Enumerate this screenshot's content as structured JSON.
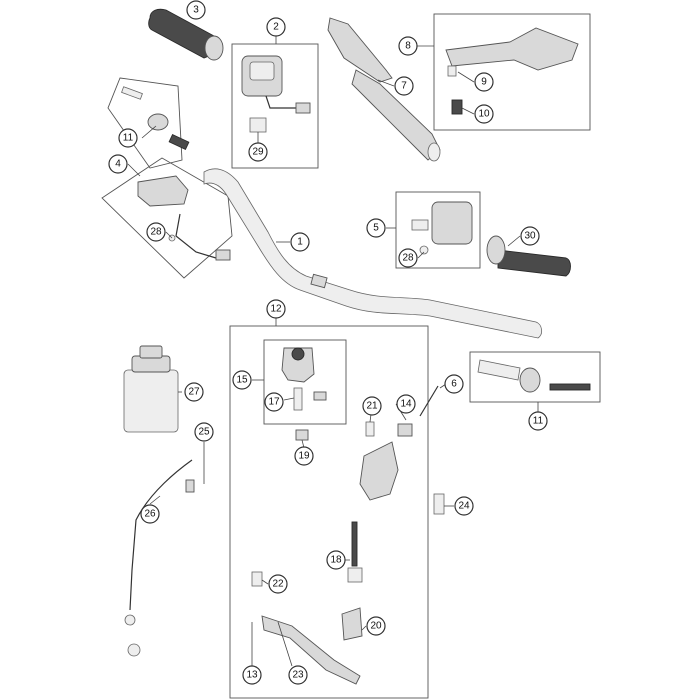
{
  "callouts": [
    {
      "id": "c1",
      "label": "1"
    },
    {
      "id": "c2",
      "label": "2"
    },
    {
      "id": "c3",
      "label": "3"
    },
    {
      "id": "c4",
      "label": "4"
    },
    {
      "id": "c5",
      "label": "5"
    },
    {
      "id": "c6",
      "label": "6"
    },
    {
      "id": "c7",
      "label": "7"
    },
    {
      "id": "c8",
      "label": "8"
    },
    {
      "id": "c9",
      "label": "9"
    },
    {
      "id": "c10",
      "label": "10"
    },
    {
      "id": "c11a",
      "label": "11"
    },
    {
      "id": "c11b",
      "label": "11"
    },
    {
      "id": "c12",
      "label": "12"
    },
    {
      "id": "c13",
      "label": "13"
    },
    {
      "id": "c14",
      "label": "14"
    },
    {
      "id": "c15",
      "label": "15"
    },
    {
      "id": "c17",
      "label": "17"
    },
    {
      "id": "c18",
      "label": "18"
    },
    {
      "id": "c19",
      "label": "19"
    },
    {
      "id": "c20",
      "label": "20"
    },
    {
      "id": "c21",
      "label": "21"
    },
    {
      "id": "c22",
      "label": "22"
    },
    {
      "id": "c23",
      "label": "23"
    },
    {
      "id": "c24",
      "label": "24"
    },
    {
      "id": "c25",
      "label": "25"
    },
    {
      "id": "c26",
      "label": "26"
    },
    {
      "id": "c27",
      "label": "27"
    },
    {
      "id": "c28a",
      "label": "28"
    },
    {
      "id": "c28b",
      "label": "28"
    },
    {
      "id": "c29",
      "label": "29"
    },
    {
      "id": "c30",
      "label": "30"
    }
  ]
}
